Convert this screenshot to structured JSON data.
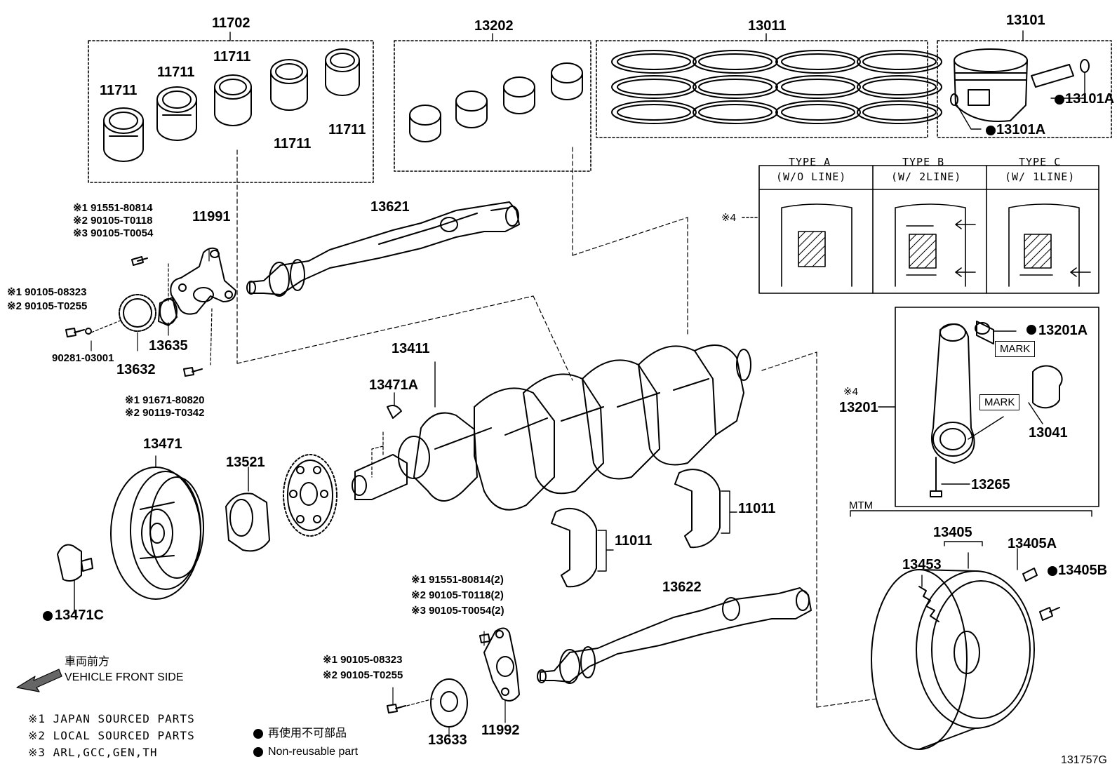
{
  "kits": {
    "bearing_main": "11702",
    "bearing_rod": "13202",
    "rings": "13011",
    "piston": "13101"
  },
  "parts": {
    "b1": "11711",
    "b2": "11711",
    "b3": "11711",
    "b4": "11711",
    "b5": "11711",
    "pin_a": "13101A",
    "pin_b": "13101A",
    "shaft_top": "13621",
    "shaft_bot": "13622",
    "plate_top": "11991",
    "plate_bot": "11992",
    "gear_top": "13632",
    "gear_bot": "13633",
    "collar": "13635",
    "crank": "13411",
    "key": "13471A",
    "pulley": "13471",
    "pulley_bolt": "13471C",
    "sprocket": "13521",
    "thrust1": "11011",
    "thrust2": "11011",
    "rod": "13201",
    "rod_bush": "13201A",
    "rod_brg": "13041",
    "rod_bolt": "13265",
    "flywheel": "13405",
    "ring_gear": "13453",
    "fw_pin": "13405A",
    "fw_bolt": "13405B",
    "washer": "90281-03001",
    "mark1": "MARK",
    "mark2": "MARK",
    "mtm": "MTM",
    "ref4_table": "※4",
    "ref4_rod": "※4"
  },
  "notes": {
    "bolt_top": [
      "※1 91551-80814",
      "※2 90105-T0118",
      "※3 90105-T0054"
    ],
    "bolt_gear": [
      "※1 90105-08323",
      "※2 90105-T0255"
    ],
    "bolt_plate": [
      "※1 91671-80820",
      "※2 90119-T0342"
    ],
    "bolt_bot": [
      "※1 91551-80814(2)",
      "※2 90105-T0118(2)",
      "※3 90105-T0054(2)"
    ],
    "bolt_bot_gear": [
      "※1 90105-08323",
      "※2 90105-T0255"
    ]
  },
  "types": [
    {
      "name": "TYPE A",
      "desc": "(W/O LINE)"
    },
    {
      "name": "TYPE B",
      "desc": "(W/ 2LINE)"
    },
    {
      "name": "TYPE C",
      "desc": "(W/ 1LINE)"
    }
  ],
  "legend": {
    "front_jp": "車両前方",
    "front_en": "VEHICLE FRONT SIDE",
    "src1": "※1 JAPAN SOURCED PARTS",
    "src2": "※2 LOCAL SOURCED PARTS",
    "src3": "※3 ARL,GCC,GEN,TH",
    "nonreuse_jp": "再使用不可部品",
    "nonreuse_en": "Non-reusable part",
    "drawing_no": "131757G"
  }
}
